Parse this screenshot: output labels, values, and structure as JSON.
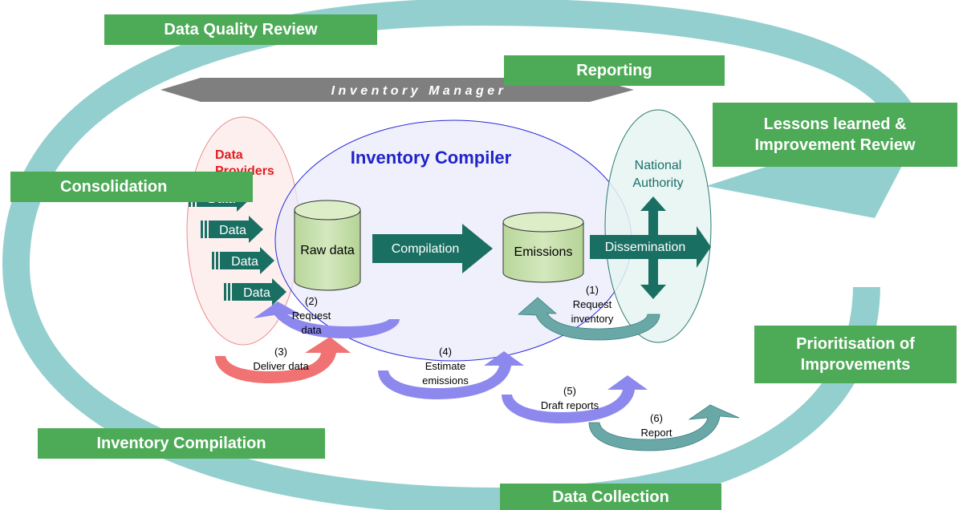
{
  "phases": {
    "data_quality_review": "Data Quality Review",
    "reporting": "Reporting",
    "lessons_learned_line1": "Lessons learned &",
    "lessons_learned_line2": "Improvement Review",
    "consolidation": "Consolidation",
    "prioritisation_line1": "Prioritisation of",
    "prioritisation_line2": "Improvements",
    "inventory_compilation": "Inventory Compilation",
    "data_collection": "Data Collection"
  },
  "roles": {
    "inventory_manager": "Inventory Manager",
    "inventory_compiler": "Inventory Compiler",
    "data_providers_line1": "Data",
    "data_providers_line2": "Providers",
    "national_authority_line1": "National",
    "national_authority_line2": "Authority"
  },
  "flow": {
    "data_label": "Data",
    "raw_data": "Raw data",
    "compilation": "Compilation",
    "emissions": "Emissions",
    "dissemination": "Dissemination"
  },
  "steps": [
    {
      "num": "(1)",
      "line1": "Request",
      "line2": "inventory"
    },
    {
      "num": "(2)",
      "line1": "Request",
      "line2": "data"
    },
    {
      "num": "(3)",
      "line1": "Deliver data",
      "line2": ""
    },
    {
      "num": "(4)",
      "line1": "Estimate",
      "line2": "emissions"
    },
    {
      "num": "(5)",
      "line1": "Draft reports",
      "line2": ""
    },
    {
      "num": "(6)",
      "line1": "Report",
      "line2": ""
    }
  ],
  "colors": {
    "cycle": "#93cfcf",
    "phase_box": "#4daa57",
    "dark_teal": "#1a6f63",
    "providers_red": "#e31d1d",
    "compiler_blue": "#1f23c9",
    "authority_teal": "#1a6f6a",
    "blue_arrow": "#8d88ee",
    "red_arrow": "#f07272",
    "teal_arrow": "#6aa8a8",
    "manager_grey": "#7f7f7f"
  }
}
